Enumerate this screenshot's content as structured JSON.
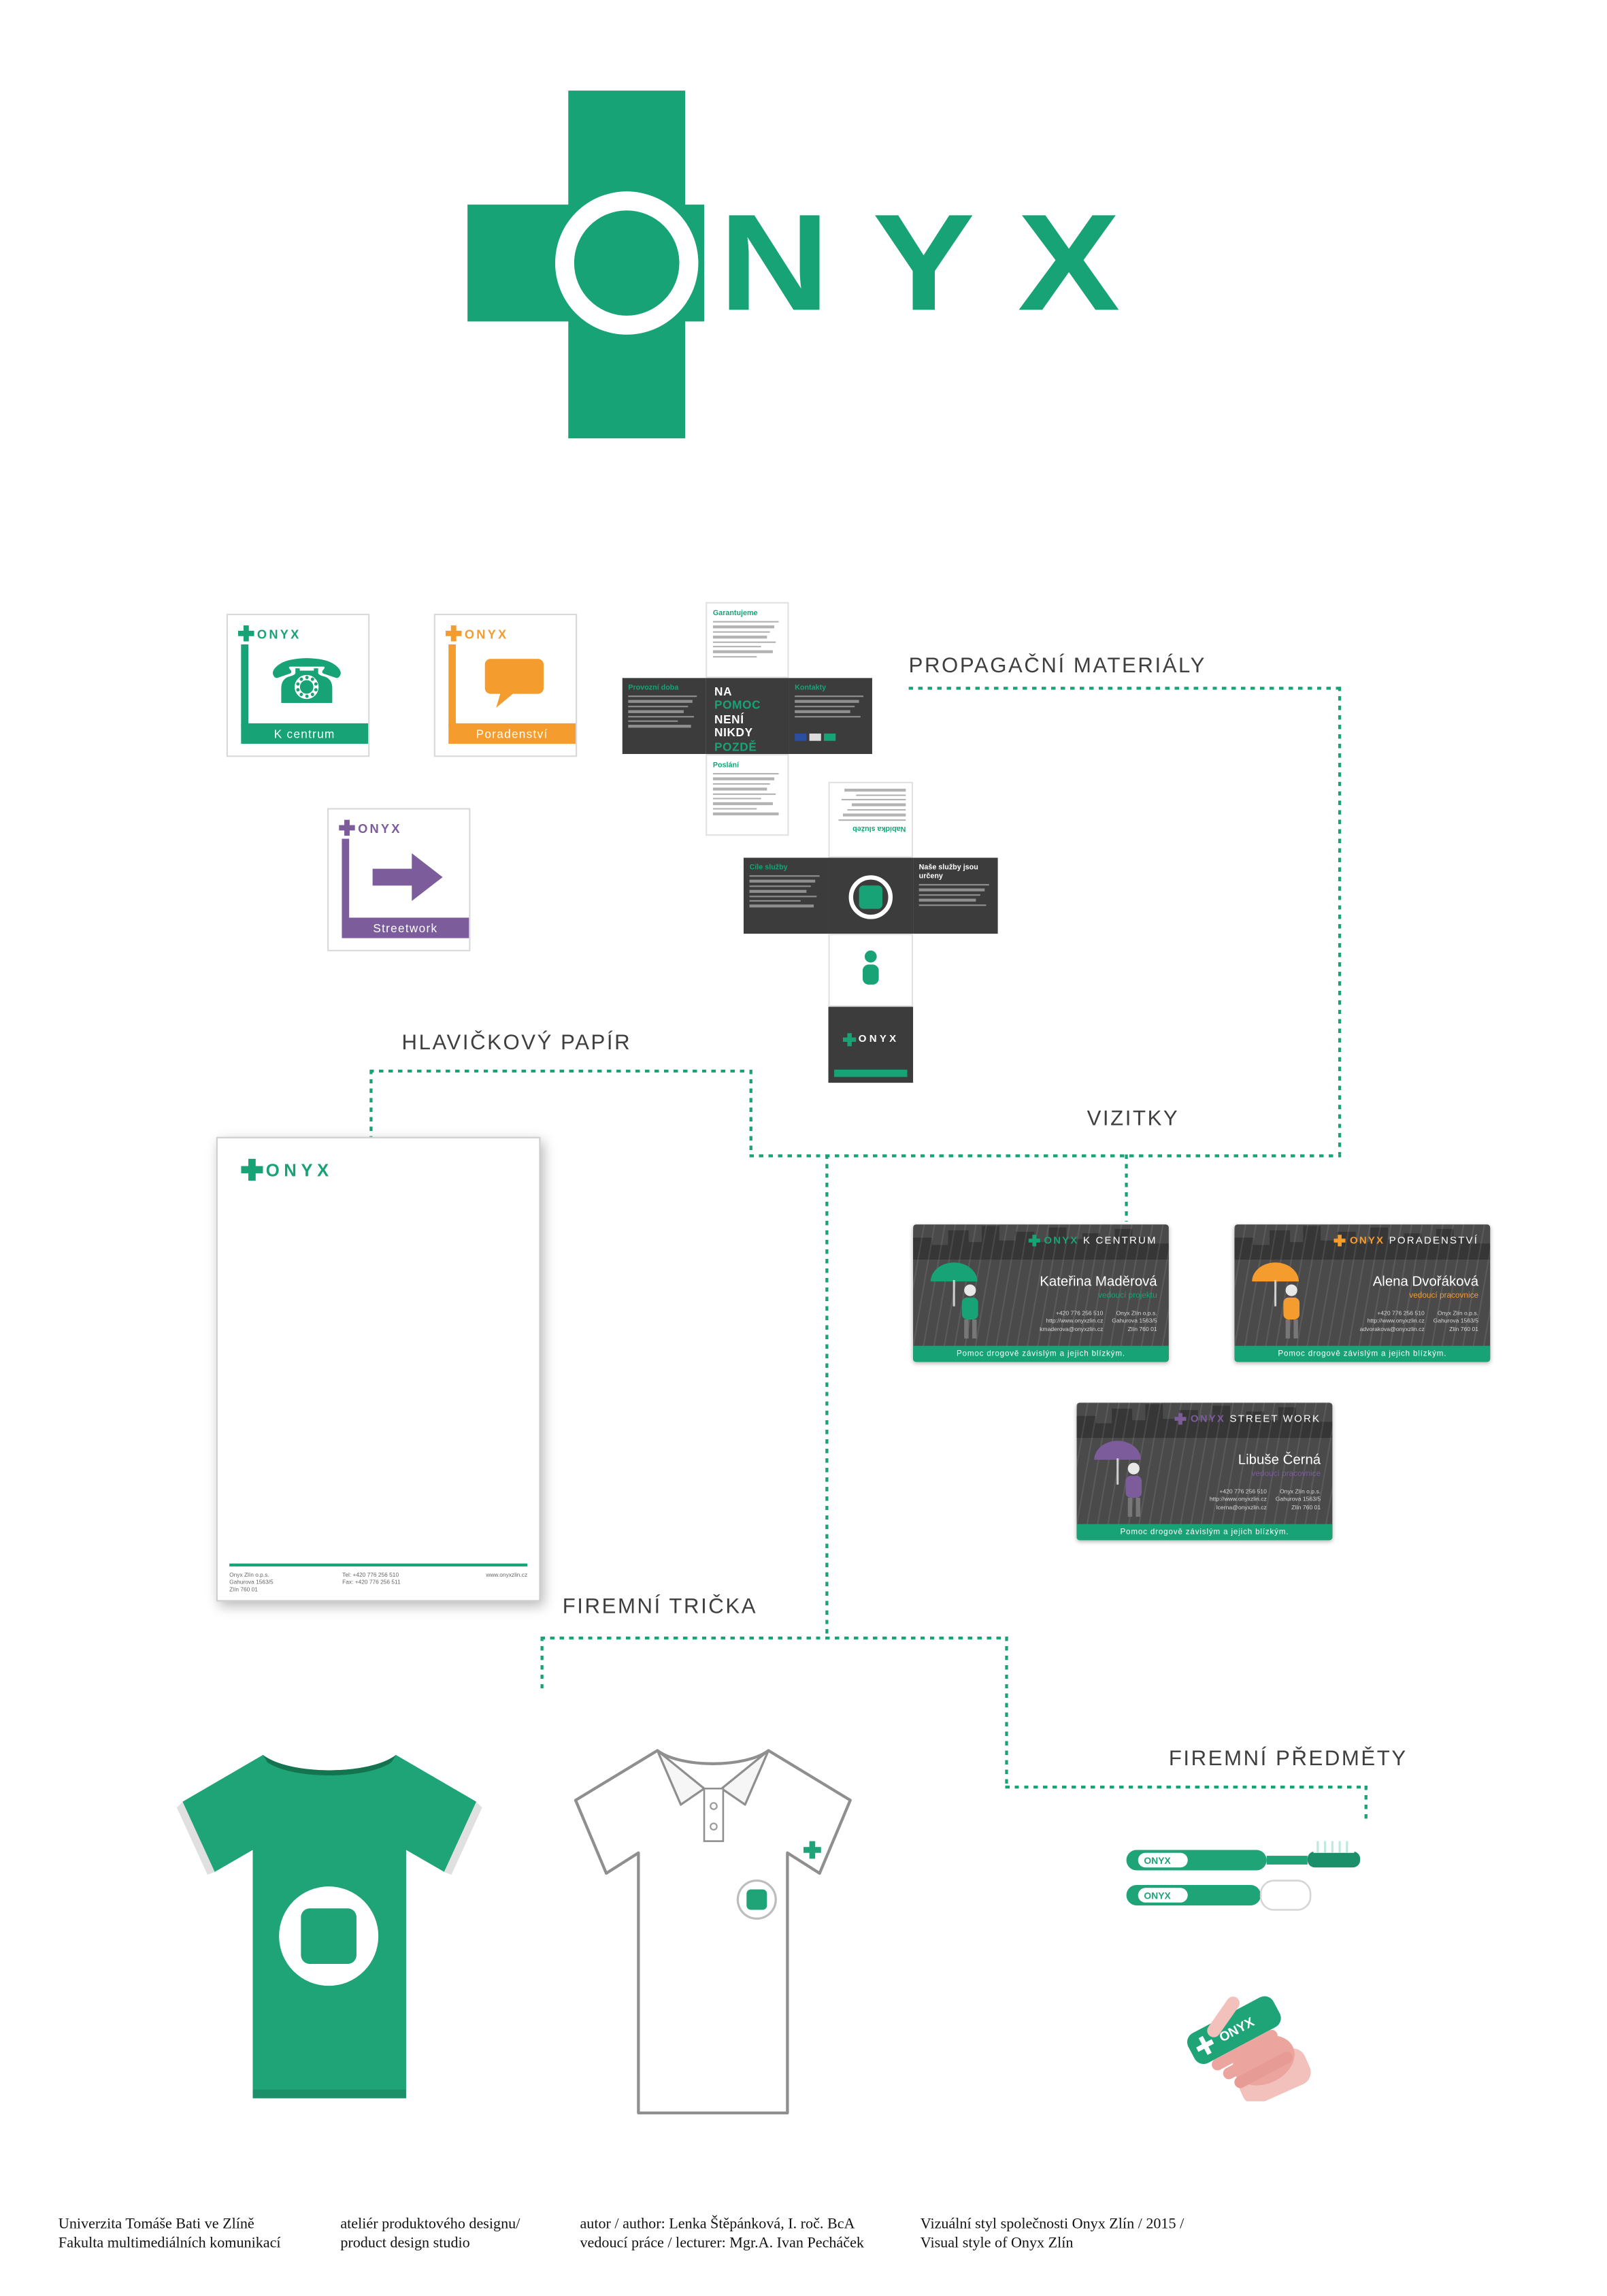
{
  "brand": "ONYX",
  "logo": {
    "letters": "NYX"
  },
  "palette": {
    "green": "#18A377",
    "orange": "#F59C2F",
    "purple": "#7C5C9B",
    "card_gray": "#4A4A4A"
  },
  "labels": {
    "propagacni": "PROPAGAČNÍ MATERIÁLY",
    "papir": "HLAVIČKOVÝ PAPÍR",
    "vizitky": "VIZITKY",
    "tricka": "FIREMNÍ TRIČKA",
    "predmety": "FIREMNÍ PŘEDMĚTY"
  },
  "service_cards": [
    {
      "label": "K centrum",
      "icon": "phone-icon",
      "color": "#18A377"
    },
    {
      "label": "Poradenství",
      "icon": "speech-bubble-icon",
      "color": "#F59C2F"
    },
    {
      "label": "Streetwork",
      "icon": "arrow-icon",
      "color": "#7C5C9B"
    }
  ],
  "leaflet1": {
    "top_heading": "Garantujeme",
    "left_heading": "Provozní doba",
    "right_heading": "Kontakty",
    "slogan": [
      "NA",
      "POMOC",
      "NENÍ",
      "NIKDY",
      "POZDĚ"
    ],
    "bottom_heading": "Poslání"
  },
  "leaflet2": {
    "top_heading": "Nabídka služeb",
    "left_heading": "Cíle služby",
    "right_heading": "Naše služby jsou určeny"
  },
  "letterhead": {
    "address": [
      "Onyx Zlín o.p.s.",
      "Gahurova 1563/5",
      "Zlín 760 01"
    ],
    "phone": [
      "Tel: +420 776 256 510",
      "Fax: +420 776 256 511"
    ],
    "web": "www.onyxzlin.cz"
  },
  "business_cards": [
    {
      "unit": "K CENTRUM",
      "name": "Kateřina Maděrová",
      "role": "vedoucí projektu",
      "phone": "+420 776 256 510",
      "web": "http://www.onyxzlin.cz",
      "email": "kmaderova@onyxzlin.cz",
      "org": "Onyx Zlín o.p.s.",
      "street": "Gahurova 1563/5",
      "city": "Zlín 760 01",
      "tagline": "Pomoc drogově závislým a jejich blízkým.",
      "accent": "#18A377"
    },
    {
      "unit": "PORADENSTVÍ",
      "name": "Alena Dvořáková",
      "role": "vedoucí pracovnice",
      "phone": "+420 776 256 510",
      "web": "http://www.onyxzlin.cz",
      "email": "advorakova@onyxzlin.cz",
      "org": "Onyx Zlín o.p.s.",
      "street": "Gahurova 1563/5",
      "city": "Zlín 760 01",
      "tagline": "Pomoc drogově závislým a jejich blízkým.",
      "accent": "#F59C2F"
    },
    {
      "unit": "STREET WORK",
      "name": "Libuše Černá",
      "role": "vedoucí pracovnice",
      "phone": "+420 776 256 510",
      "web": "http://www.onyxzlin.cz",
      "email": "lcerna@onyxzlin.cz",
      "org": "Onyx Zlín o.p.s.",
      "street": "Gahurova 1563/5",
      "city": "Zlín 760 01",
      "tagline": "Pomoc drogově závislým a jejich blízkým.",
      "accent": "#7C5C9B"
    }
  ],
  "items": {
    "toothbrush_label": "ONYX",
    "lighter_label": "ONYX"
  },
  "footer": {
    "col1": [
      "Univerzita Tomáše Bati ve Zlíně",
      "Fakulta multimediálních komunikací"
    ],
    "col2": [
      "ateliér produktového designu/",
      "product design studio"
    ],
    "col3": [
      "autor / author: Lenka Štěpánková, I. roč. BcA",
      "vedoucí práce / lecturer: Mgr.A. Ivan Pecháček"
    ],
    "col4": [
      "Vizuální styl společnosti Onyx Zlín / 2015 /",
      "Visual style of Onyx Zlín"
    ]
  }
}
